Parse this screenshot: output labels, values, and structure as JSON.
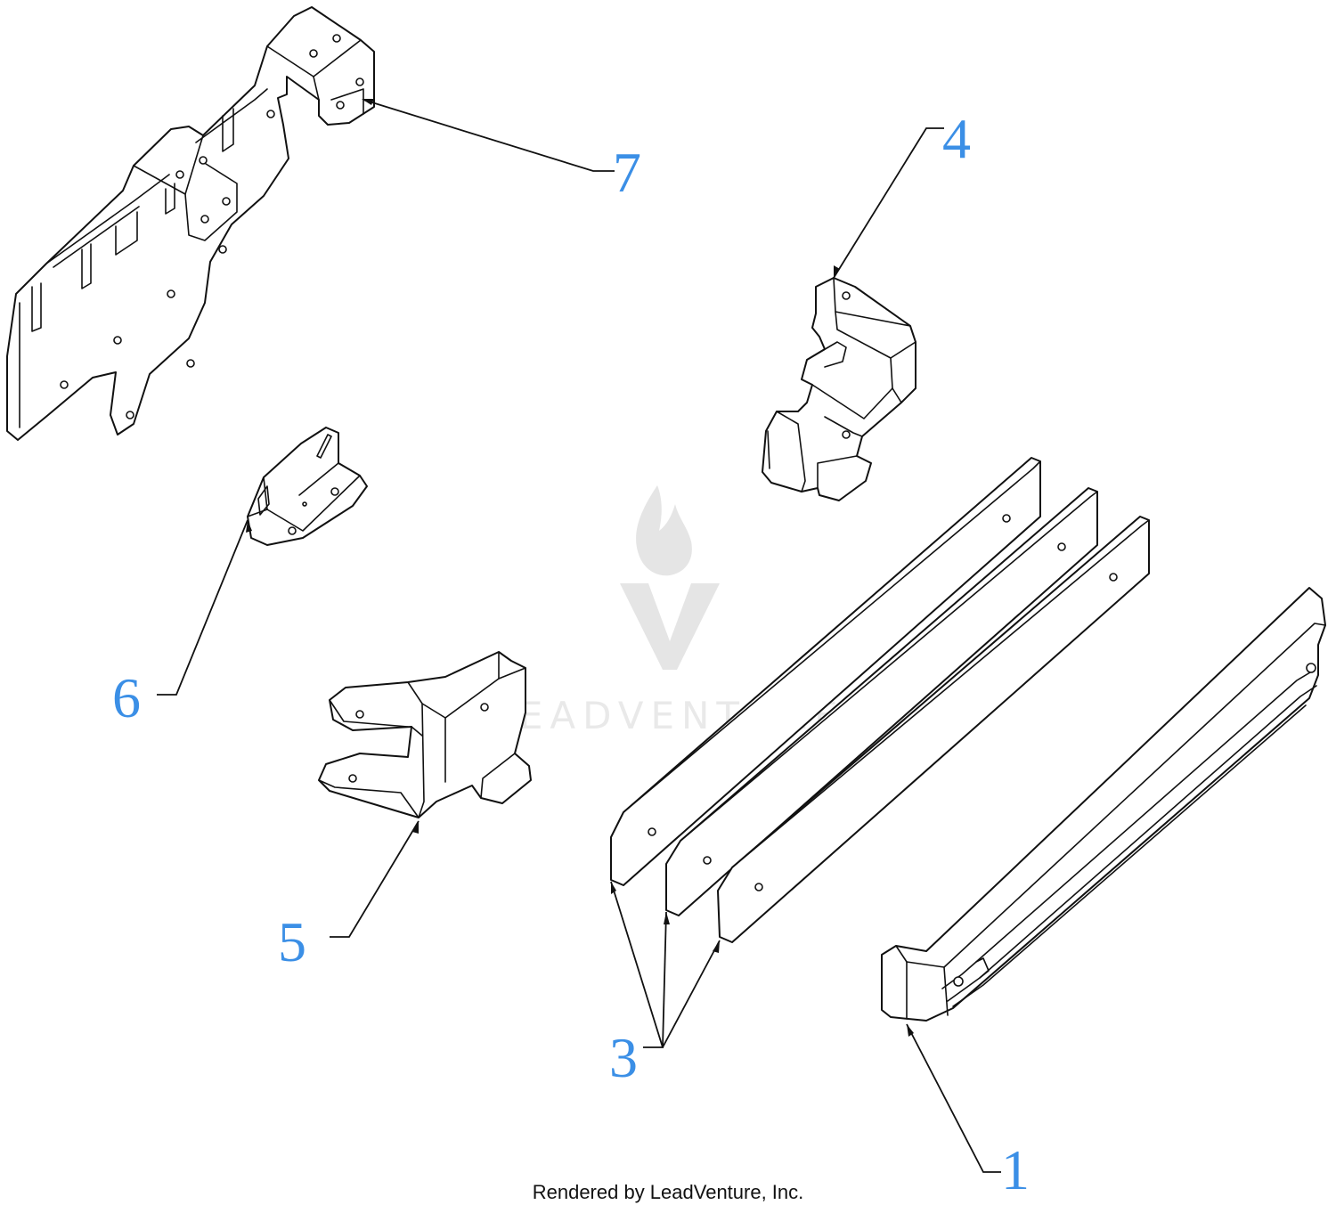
{
  "footer_text": "Rendered by LeadVenture, Inc.",
  "watermark": {
    "text": "LEADVENTURE",
    "color": "#d8d8d8"
  },
  "accent_color": "#3b8fe6",
  "callouts": [
    {
      "id": "7",
      "label": "7"
    },
    {
      "id": "4",
      "label": "4"
    },
    {
      "id": "6",
      "label": "6"
    },
    {
      "id": "5",
      "label": "5"
    },
    {
      "id": "3",
      "label": "3"
    },
    {
      "id": "1",
      "label": "1"
    }
  ]
}
